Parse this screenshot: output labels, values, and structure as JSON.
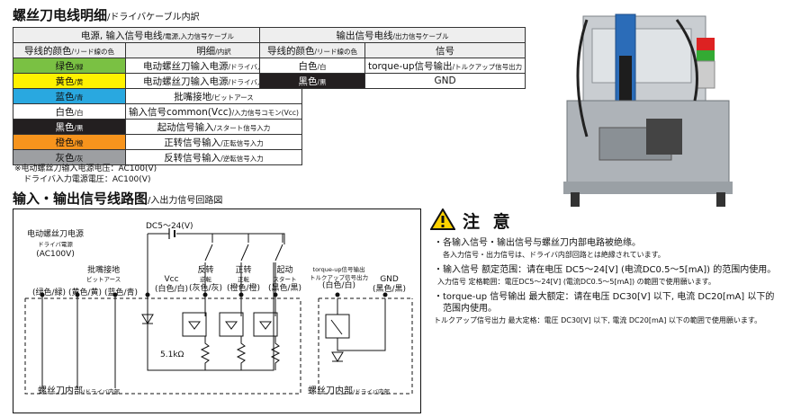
{
  "section1_title": "螺丝刀电线明细",
  "section1_title_jp": "/ドライバケーブル内訳",
  "table1": {
    "header_top": "电源, 输入信号电线",
    "header_top_jp": "/電源,入力信号ケーブル",
    "col_color": "导线的颜色",
    "col_color_jp": "/リード線の色",
    "col_desc": "明细",
    "col_desc_jp": "/内訳",
    "rows": [
      {
        "color": "绿色",
        "color_jp": "/緑",
        "desc": "电动螺丝刀输入电源",
        "desc_jp": "/ドライバ入力電源",
        "bg": "#7ac143"
      },
      {
        "color": "黄色",
        "color_jp": "/黄",
        "desc": "电动螺丝刀输入电源",
        "desc_jp": "/ドライバ入力電源",
        "bg": "#fff200"
      },
      {
        "color": "蓝色",
        "color_jp": "/青",
        "desc": "批嘴接地",
        "desc_jp": "/ビットアース",
        "bg": "#29a8e0"
      },
      {
        "color": "白色",
        "color_jp": "/白",
        "desc": "输入信号common(Vcc)",
        "desc_jp": "/入力信号コモン(Vcc)",
        "bg": "#ffffff"
      },
      {
        "color": "黑色",
        "color_jp": "/黒",
        "desc": "起动信号输入",
        "desc_jp": "/スタート信号入力",
        "bg": "#231f20"
      },
      {
        "color": "橙色",
        "color_jp": "/橙",
        "desc": "正转信号输入",
        "desc_jp": "/正転信号入力",
        "bg": "#f7941d"
      },
      {
        "color": "灰色",
        "color_jp": "/灰",
        "desc": "反转信号输入",
        "desc_jp": "/逆転信号入力",
        "bg": "#9d9fa2"
      }
    ]
  },
  "table2": {
    "header_top": "输出信号电线",
    "header_top_jp": "/出力信号ケーブル",
    "col_color": "导线的颜色",
    "col_color_jp": "/リード線の色",
    "col_desc": "信号",
    "rows": [
      {
        "color": "白色",
        "color_jp": "/白",
        "desc": "torque-up信号输出",
        "desc_jp": "/トルクアップ信号出力",
        "bg": "#ffffff"
      },
      {
        "color": "黑色",
        "color_jp": "/黒",
        "desc": "GND",
        "desc_jp": "",
        "bg": "#231f20"
      }
    ]
  },
  "notes": [
    "※电动螺丝刀输入电源电压：AC100(V)",
    "ドライバ入力電源電圧：AC100(V)"
  ],
  "section2_title": "输入・输出信号线路图",
  "section2_title_jp": "/入出力信号回路図",
  "diagram": {
    "power_label": "电动螺丝刀电源",
    "power_label_jp": "ドライバ電源",
    "power_voltage": "(AC100V)",
    "bit_earth": "批嘴接地",
    "bit_earth_jp": "ビットアース",
    "dc": "DC5～24(V)",
    "vcc": "Vcc",
    "vcc_sub": "(白色/白)",
    "reverse": "反转",
    "reverse_jp": "逆転",
    "reverse_sub": "(灰色/灰)",
    "forward": "正转",
    "forward_jp": "正転",
    "forward_sub": "(橙色/橙)",
    "start": "起动",
    "start_jp": "スタート",
    "start_sub": "(黑色/黒)",
    "torque": "torque-up信号输出",
    "torque_jp": "トルクアップ信号出力",
    "torque_sub": "(白色/白)",
    "gnd": "GND",
    "gnd_sub": "(黑色/黒)",
    "green_sub": "(绿色/緑)",
    "yellow_sub": "(黄色/黄)",
    "blue_sub": "(蓝色/青)",
    "resistor": "5.1kΩ",
    "internal_left": "螺丝刀内部",
    "internal_left_jp": "/ドライバ内部",
    "internal_right": "螺丝刀内部",
    "internal_right_jp": "/ドライバ内部"
  },
  "caution": {
    "title": "注 意",
    "items": [
      {
        "cn": "・各输入信号・输出信号与螺丝刀内部电路被绝缘。",
        "jp": "各入力信号・出力信号は、ドライバ内部回路とは絶縁されています。"
      },
      {
        "cn": "・输入信号  额定范围：请在电压  DC5～24[V] (电流DC0.5～5[mA]) 的范围内使用。",
        "jp": "入力信号  定格範囲：電圧DC5～24[V] (電流DC0.5～5[mA]) の範囲で使用願います。"
      },
      {
        "cn": "・torque-up 信号输出  最大额定：请在电压 DC30[V] 以下, 电流 DC20[mA] 以下的",
        "cn2": "范围内使用。",
        "jp": "トルクアップ信号出力  最大定格：電圧 DC30[V] 以下, 電流 DC20[mA] 以下の範囲で使用願います。"
      }
    ]
  },
  "colors": {
    "accent": "#231f20",
    "warning": "#ffd200"
  }
}
